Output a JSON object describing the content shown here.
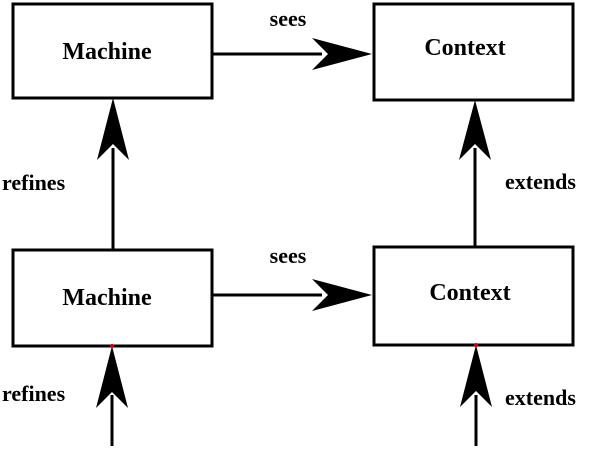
{
  "nodes": {
    "machine_top": {
      "label": "Machine"
    },
    "context_top": {
      "label": "Context"
    },
    "machine_bottom": {
      "label": "Machine"
    },
    "context_bottom": {
      "label": "Context"
    }
  },
  "edges": {
    "sees_top": {
      "label": "sees"
    },
    "sees_bottom": {
      "label": "sees"
    },
    "refines_top": {
      "label": "refines"
    },
    "refines_bottom": {
      "label": "refines"
    },
    "extends_top": {
      "label": "extends"
    },
    "extends_bottom": {
      "label": "extends"
    }
  }
}
